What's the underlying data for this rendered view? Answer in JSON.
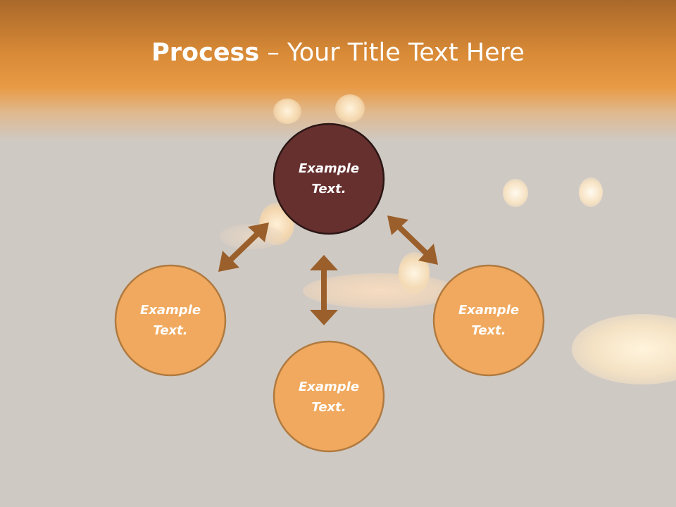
{
  "title": {
    "bold": "Process",
    "rest": " – Your Title Text Here"
  },
  "colors": {
    "band_top": "#a9682a",
    "band_mid": "#e89a45",
    "background": "#cfc9c3",
    "center_node_fill": "#66302f",
    "node_fill": "#f0a95e",
    "node_stroke": "#b07a40",
    "arrow": "#9a5f2a"
  },
  "nodes": {
    "top": {
      "line1": "Example",
      "line2": "Text."
    },
    "left": {
      "line1": "Example",
      "line2": "Text."
    },
    "right": {
      "line1": "Example",
      "line2": "Text."
    },
    "bottom": {
      "line1": "Example",
      "line2": "Text."
    }
  }
}
